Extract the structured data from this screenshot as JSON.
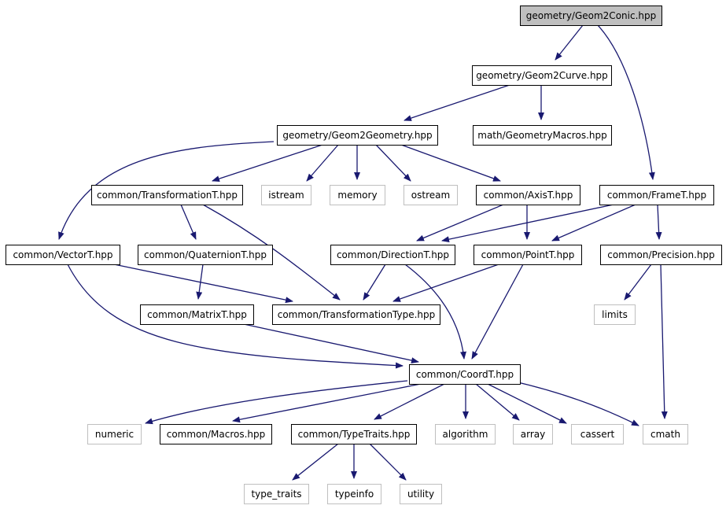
{
  "colors": {
    "edge": "#191970",
    "root_fill": "#bfbfbf",
    "box_border": "#000000",
    "system_border": "#bfbfbf",
    "background": "#ffffff"
  },
  "nodes": [
    {
      "id": "geom2conic",
      "label": "geometry/Geom2Conic.hpp",
      "kind": "root"
    },
    {
      "id": "geom2curve",
      "label": "geometry/Geom2Curve.hpp",
      "kind": "file"
    },
    {
      "id": "geom2geometry",
      "label": "geometry/Geom2Geometry.hpp",
      "kind": "file"
    },
    {
      "id": "geometrymacros",
      "label": "math/GeometryMacros.hpp",
      "kind": "file"
    },
    {
      "id": "transformationt",
      "label": "common/TransformationT.hpp",
      "kind": "file"
    },
    {
      "id": "istream",
      "label": "istream",
      "kind": "system"
    },
    {
      "id": "memory",
      "label": "memory",
      "kind": "system"
    },
    {
      "id": "ostream",
      "label": "ostream",
      "kind": "system"
    },
    {
      "id": "axist",
      "label": "common/AxisT.hpp",
      "kind": "file"
    },
    {
      "id": "framet",
      "label": "common/FrameT.hpp",
      "kind": "file"
    },
    {
      "id": "vectort",
      "label": "common/VectorT.hpp",
      "kind": "file"
    },
    {
      "id": "quaterniont",
      "label": "common/QuaternionT.hpp",
      "kind": "file"
    },
    {
      "id": "directiont",
      "label": "common/DirectionT.hpp",
      "kind": "file"
    },
    {
      "id": "pointt",
      "label": "common/PointT.hpp",
      "kind": "file"
    },
    {
      "id": "precision",
      "label": "common/Precision.hpp",
      "kind": "file"
    },
    {
      "id": "matrixt",
      "label": "common/MatrixT.hpp",
      "kind": "file"
    },
    {
      "id": "transformationtype",
      "label": "common/TransformationType.hpp",
      "kind": "file"
    },
    {
      "id": "limits",
      "label": "limits",
      "kind": "system"
    },
    {
      "id": "coordt",
      "label": "common/CoordT.hpp",
      "kind": "file"
    },
    {
      "id": "numeric",
      "label": "numeric",
      "kind": "system"
    },
    {
      "id": "macros",
      "label": "common/Macros.hpp",
      "kind": "file"
    },
    {
      "id": "typetraits",
      "label": "common/TypeTraits.hpp",
      "kind": "file"
    },
    {
      "id": "algorithm",
      "label": "algorithm",
      "kind": "system"
    },
    {
      "id": "array",
      "label": "array",
      "kind": "system"
    },
    {
      "id": "cassert",
      "label": "cassert",
      "kind": "system"
    },
    {
      "id": "cmath",
      "label": "cmath",
      "kind": "system"
    },
    {
      "id": "type_traits",
      "label": "type_traits",
      "kind": "system"
    },
    {
      "id": "typeinfo",
      "label": "typeinfo",
      "kind": "system"
    },
    {
      "id": "utility",
      "label": "utility",
      "kind": "system"
    }
  ],
  "edges": [
    {
      "from": "geom2conic",
      "to": "geom2curve"
    },
    {
      "from": "geom2conic",
      "to": "framet"
    },
    {
      "from": "geom2curve",
      "to": "geom2geometry"
    },
    {
      "from": "geom2curve",
      "to": "geometrymacros"
    },
    {
      "from": "geom2geometry",
      "to": "vectort"
    },
    {
      "from": "geom2geometry",
      "to": "transformationt"
    },
    {
      "from": "geom2geometry",
      "to": "istream"
    },
    {
      "from": "geom2geometry",
      "to": "memory"
    },
    {
      "from": "geom2geometry",
      "to": "ostream"
    },
    {
      "from": "geom2geometry",
      "to": "axist"
    },
    {
      "from": "transformationt",
      "to": "quaterniont"
    },
    {
      "from": "transformationt",
      "to": "transformationtype"
    },
    {
      "from": "axist",
      "to": "directiont"
    },
    {
      "from": "axist",
      "to": "pointt"
    },
    {
      "from": "framet",
      "to": "directiont"
    },
    {
      "from": "framet",
      "to": "pointt"
    },
    {
      "from": "framet",
      "to": "precision"
    },
    {
      "from": "vectort",
      "to": "transformationtype"
    },
    {
      "from": "vectort",
      "to": "coordt"
    },
    {
      "from": "quaterniont",
      "to": "matrixt"
    },
    {
      "from": "directiont",
      "to": "transformationtype"
    },
    {
      "from": "directiont",
      "to": "coordt"
    },
    {
      "from": "pointt",
      "to": "transformationtype"
    },
    {
      "from": "pointt",
      "to": "coordt"
    },
    {
      "from": "precision",
      "to": "limits"
    },
    {
      "from": "precision",
      "to": "cmath"
    },
    {
      "from": "matrixt",
      "to": "coordt"
    },
    {
      "from": "coordt",
      "to": "numeric"
    },
    {
      "from": "coordt",
      "to": "macros"
    },
    {
      "from": "coordt",
      "to": "typetraits"
    },
    {
      "from": "coordt",
      "to": "algorithm"
    },
    {
      "from": "coordt",
      "to": "array"
    },
    {
      "from": "coordt",
      "to": "cassert"
    },
    {
      "from": "coordt",
      "to": "cmath"
    },
    {
      "from": "typetraits",
      "to": "type_traits"
    },
    {
      "from": "typetraits",
      "to": "typeinfo"
    },
    {
      "from": "typetraits",
      "to": "utility"
    }
  ]
}
